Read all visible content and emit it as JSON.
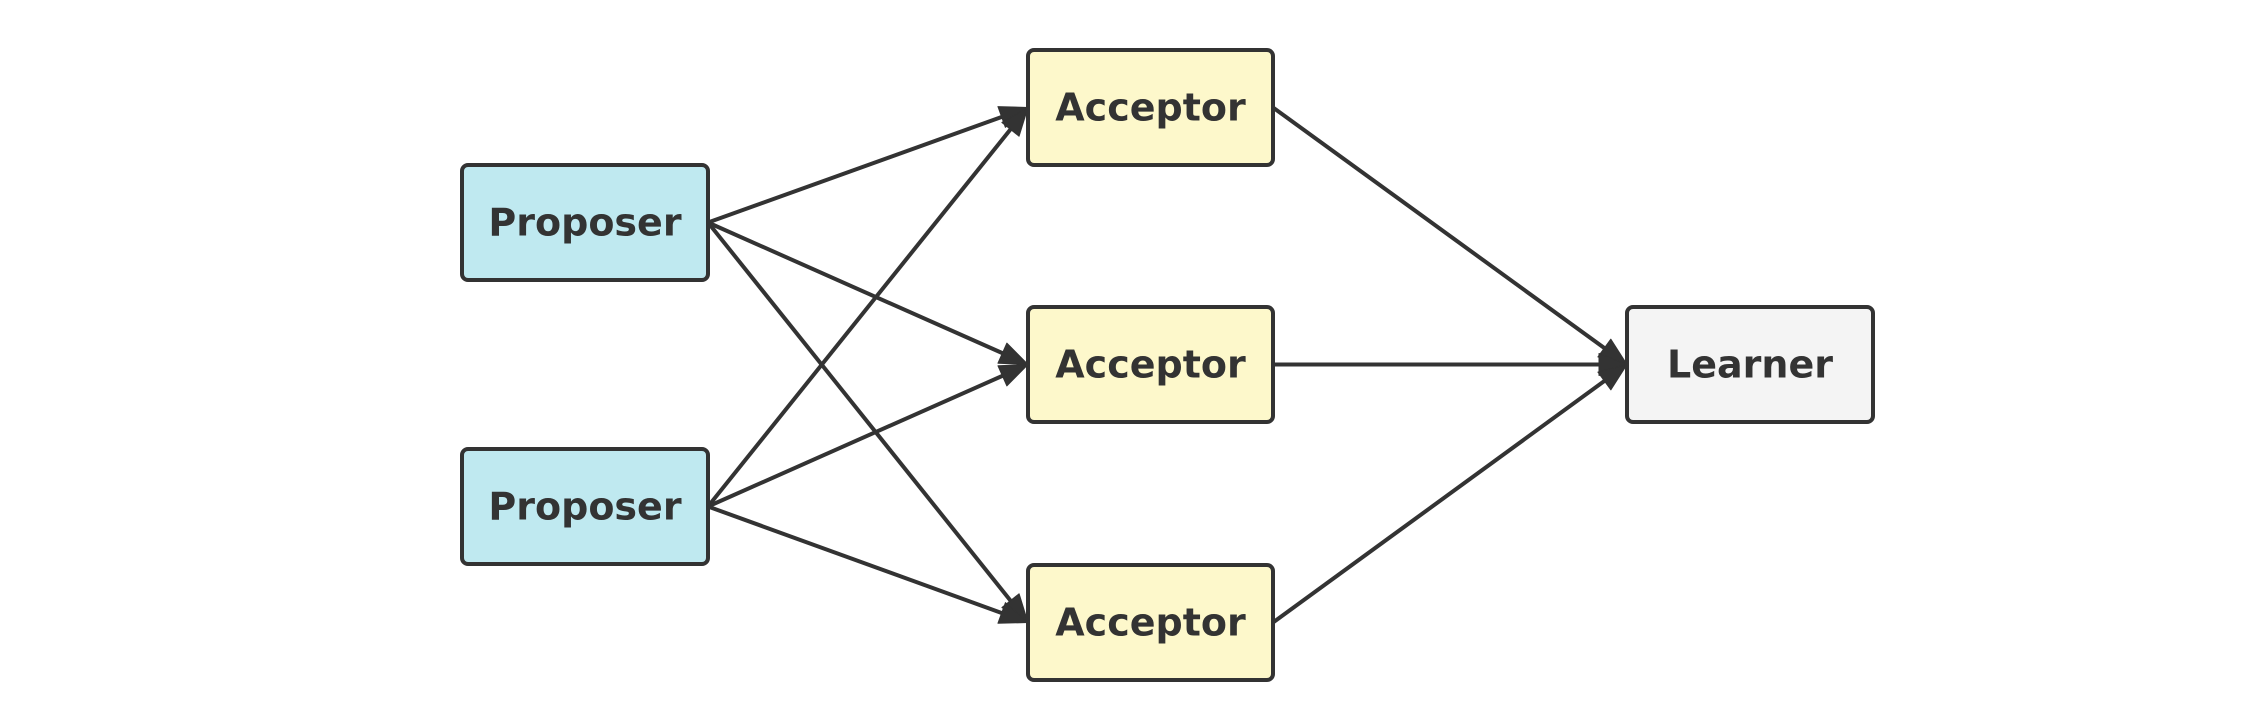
{
  "colors": {
    "proposer_fill": "#bfe9f0",
    "acceptor_fill": "#fdf8cb",
    "learner_fill": "#f4f4f4",
    "stroke": "#333333"
  },
  "nodes": [
    {
      "id": "proposer-1",
      "role": "proposer",
      "label": "Proposer"
    },
    {
      "id": "proposer-2",
      "role": "proposer",
      "label": "Proposer"
    },
    {
      "id": "acceptor-1",
      "role": "acceptor",
      "label": "Acceptor"
    },
    {
      "id": "acceptor-2",
      "role": "acceptor",
      "label": "Acceptor"
    },
    {
      "id": "acceptor-3",
      "role": "acceptor",
      "label": "Acceptor"
    },
    {
      "id": "learner",
      "role": "learner",
      "label": "Learner"
    }
  ],
  "edges": [
    {
      "from": "proposer-1",
      "to": "acceptor-1"
    },
    {
      "from": "proposer-1",
      "to": "acceptor-2"
    },
    {
      "from": "proposer-1",
      "to": "acceptor-3"
    },
    {
      "from": "proposer-2",
      "to": "acceptor-1"
    },
    {
      "from": "proposer-2",
      "to": "acceptor-2"
    },
    {
      "from": "proposer-2",
      "to": "acceptor-3"
    },
    {
      "from": "acceptor-1",
      "to": "learner"
    },
    {
      "from": "acceptor-2",
      "to": "learner"
    },
    {
      "from": "acceptor-3",
      "to": "learner"
    }
  ]
}
